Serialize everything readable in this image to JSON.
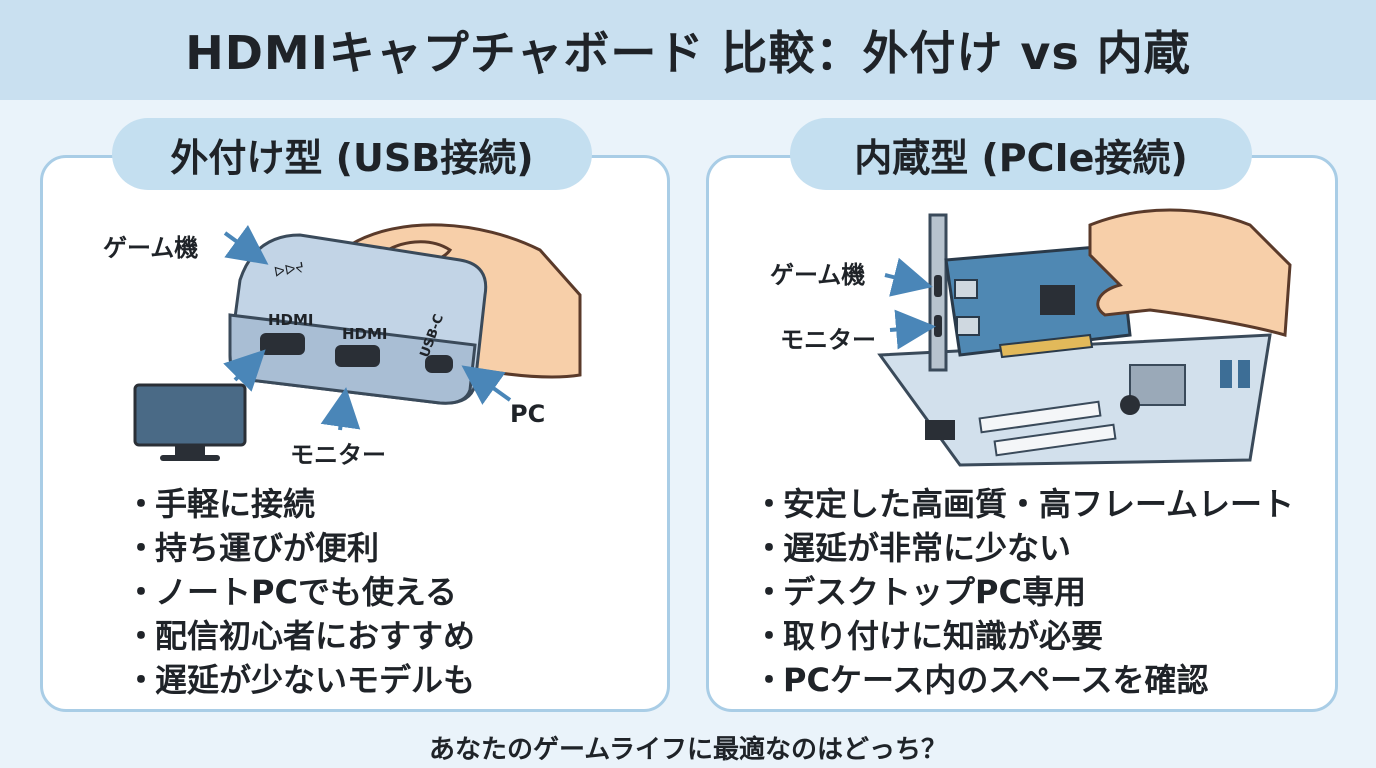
{
  "header": {
    "title": "HDMIキャプチャボード 比較：外付け vs 内蔵"
  },
  "left": {
    "heading": "外付け型 (USB接続)",
    "labels": {
      "game": "ゲーム機",
      "monitor": "モニター",
      "pc": "PC",
      "port1": "HDMI",
      "port2": "HDMI",
      "port3": "USB-C",
      "device_text": "ᐅᐅᔪ"
    },
    "bullets": [
      "手軽に接続",
      "持ち運びが便利",
      "ノートPCでも使える",
      "配信初心者におすすめ",
      "遅延が少ないモデルも"
    ]
  },
  "right": {
    "heading": "内蔵型 (PCIe接続)",
    "labels": {
      "game": "ゲーム機",
      "monitor": "モニター"
    },
    "bullets": [
      "安定した高画質・高フレームレート",
      "遅延が非常に少ない",
      "デスクトップPC専用",
      "取り付けに知識が必要",
      "PCケース内のスペースを確認"
    ]
  },
  "bullet_symbol": "・",
  "footer": {
    "text": "あなたのゲームライフに最適なのはどっち？"
  },
  "colors": {
    "header_bg": "#c9e0f0",
    "pill_bg": "#c4dff0",
    "panel_border": "#a9cde6",
    "arrow": "#4a86b8",
    "board": "#4f88b3"
  }
}
